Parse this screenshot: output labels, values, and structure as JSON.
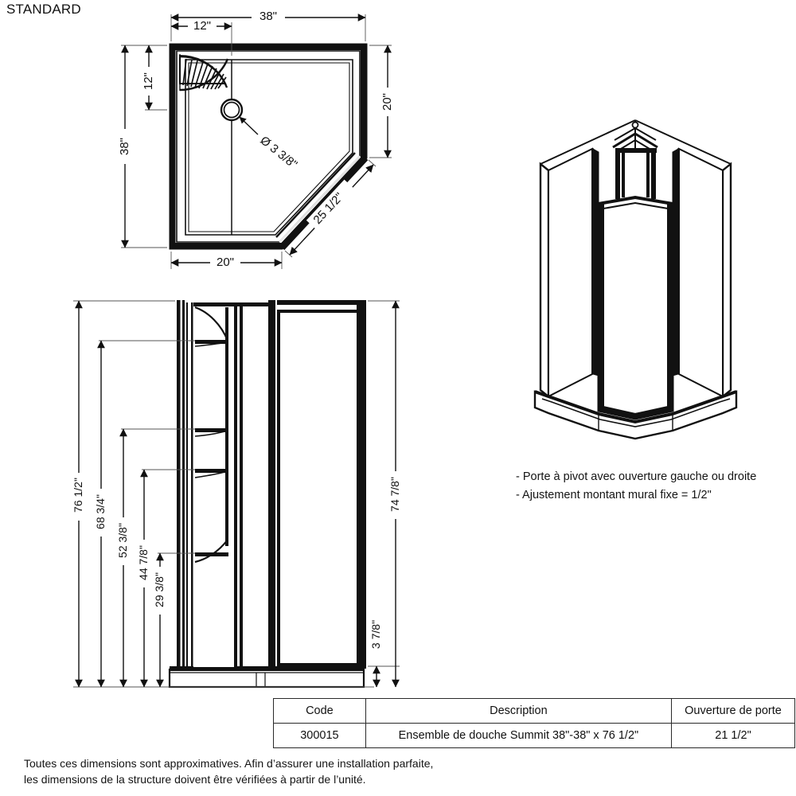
{
  "header": {
    "label": "STANDARD"
  },
  "plan_view": {
    "name": "shower-base-plan-view",
    "dimensions": {
      "top_overall": "38\"",
      "top_partial": "12\"",
      "left_overall": "38\"",
      "left_partial": "12\"",
      "right_partial": "20\"",
      "bottom_partial": "20\"",
      "diagonal": "25 1/2\"",
      "drain_diameter": "Ø 3 3/8\""
    }
  },
  "elevation_view": {
    "name": "shower-elevation-view",
    "dimensions": {
      "overall_height": "76 1/2\"",
      "h2": "68 3/4\"",
      "h3": "52 3/8\"",
      "h4": "44 7/8\"",
      "h5": "29 3/8\"",
      "door_height": "74 7/8\"",
      "base_height": "3 7/8\""
    }
  },
  "isometric_view": {
    "name": "shower-isometric-view",
    "notes": [
      "- Porte à pivot avec ouverture gauche ou droite",
      "- Ajustement montant mural fixe = 1/2\""
    ]
  },
  "spec_table": {
    "headers": {
      "code": "Code",
      "description": "Description",
      "door_opening": "Ouverture de porte"
    },
    "rows": [
      {
        "code": "300015",
        "description": "Ensemble de douche Summit 38\"-38\" x 76 1/2\"",
        "door_opening": "21 1/2\""
      }
    ]
  },
  "footnote": {
    "line1": "Toutes ces dimensions sont approximatives. Afin d’assurer une installation parfaite,",
    "line2": "les dimensions de la structure doivent être vérifiées à partir de l’unité."
  },
  "colors": {
    "line": "#111111",
    "background": "#ffffff",
    "thin_line": "#555555"
  }
}
